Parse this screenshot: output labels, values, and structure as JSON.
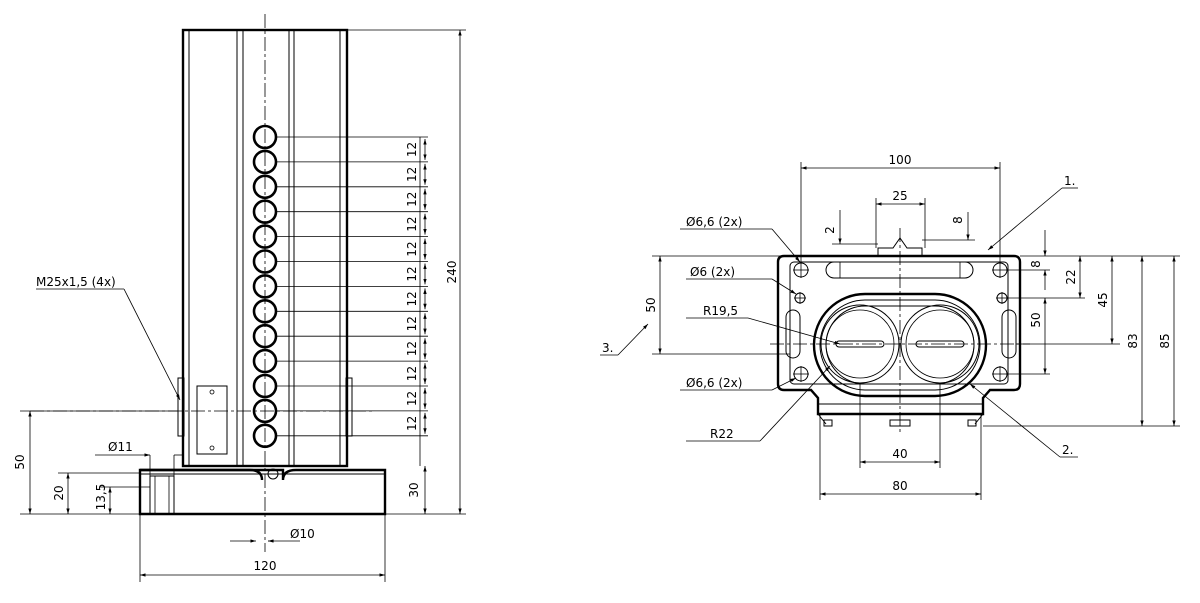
{
  "front_view": {
    "thread_label": "M25x1,5 (4x)",
    "height_label": "240",
    "pitch_label": "12",
    "base_height_label": "30",
    "center_height_label": "50",
    "base_label": "20",
    "counterbore_depth_label": "13,5",
    "counterbore_dia_label": "Ø11",
    "hole_dia_label": "Ø10",
    "width_label": "120"
  },
  "top_view": {
    "width_label": "100",
    "slot_pitch_label": "25",
    "left_offset_label": "2",
    "right_offset_label": "8",
    "hole_66_label_top": "Ø6,6 (2x)",
    "hole_6_label": "Ø6 (2x)",
    "radius_inner_label": "R19,5",
    "hole_66_label_bottom": "Ø6,6 (2x)",
    "radius_outer_label": "R22",
    "left_height_label": "50",
    "right_8_label": "8",
    "right_22_label": "22",
    "right_45_label": "45",
    "right_50_label": "50",
    "right_83_label": "83",
    "right_85_label": "85",
    "bottom_40_label": "40",
    "bottom_80_label": "80",
    "callout_1": "1.",
    "callout_2": "2.",
    "callout_3": "3."
  }
}
